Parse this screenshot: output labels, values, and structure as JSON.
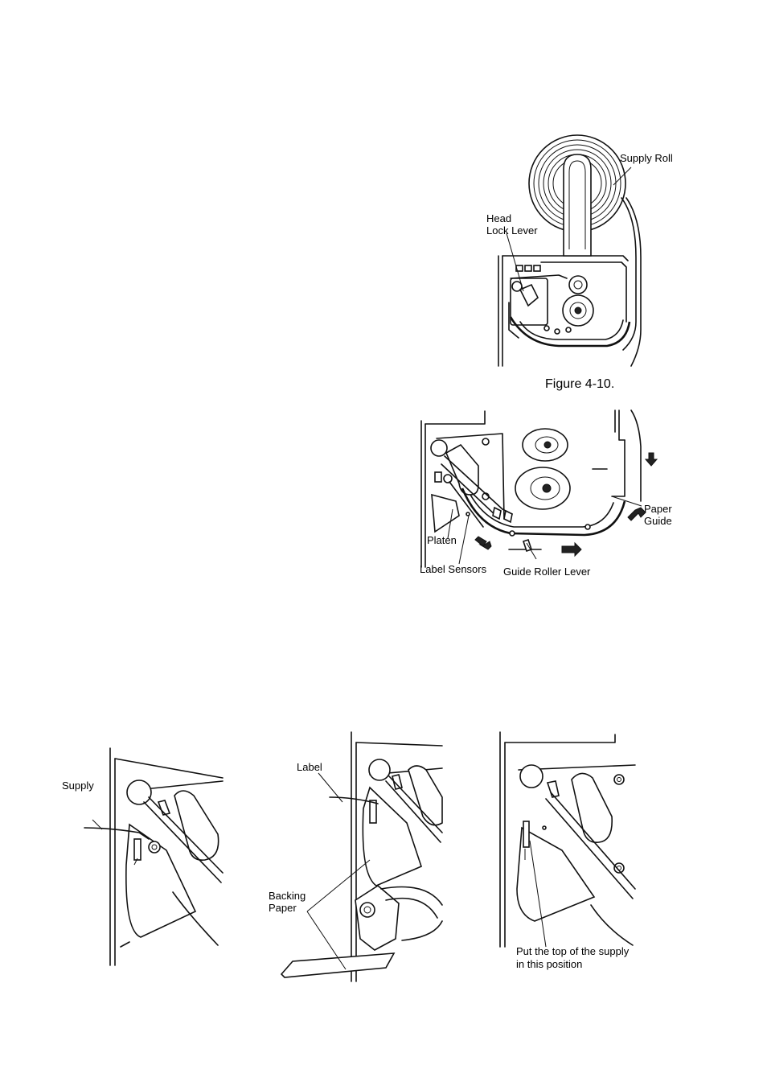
{
  "figure_4_10": {
    "label_supply_roll": "Supply Roll",
    "label_head_lock_lever_1": "Head",
    "label_head_lock_lever_2": "Lock Lever",
    "caption": "Figure 4-10."
  },
  "figure_path": {
    "label_platen": "Platen",
    "label_label_sensors": "Label Sensors",
    "label_guide_roller_lever": "Guide Roller Lever",
    "label_paper_guide_1": "Paper",
    "label_paper_guide_2": "Guide"
  },
  "figure_supply": {
    "label_supply": "Supply"
  },
  "figure_label": {
    "label_label": "Label",
    "label_backing_1": "Backing",
    "label_backing_2": "Paper"
  },
  "figure_position": {
    "note_1": "Put the top of the supply",
    "note_2": "in this position"
  }
}
